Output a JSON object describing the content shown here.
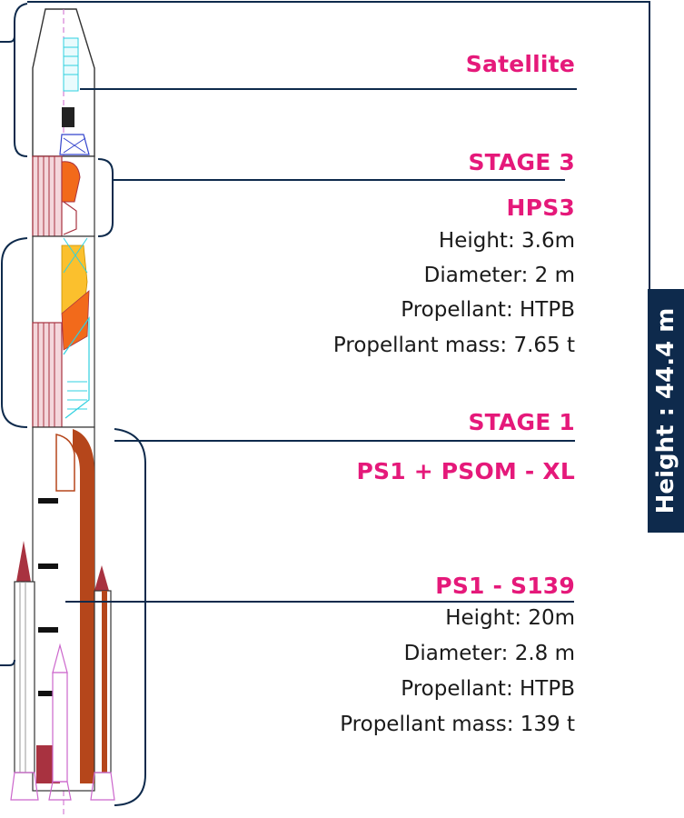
{
  "satellite_label": "Satellite",
  "stage3": {
    "title": "STAGE 3",
    "name": "HPS3",
    "height": "Height: 3.6m",
    "diameter": "Diameter: 2 m",
    "propellant": "Propellant: HTPB",
    "propellant_mass": "Propellant mass: 7.65 t"
  },
  "stage1": {
    "title": "STAGE 1",
    "subtitle": "PS1 + PSOM - XL"
  },
  "ps1": {
    "name": "PS1 - S139",
    "height": "Height: 20m",
    "diameter": "Diameter: 2.8 m",
    "propellant": "Propellant: HTPB",
    "propellant_mass": "Propellant mass: 139 t"
  },
  "total_height": "Height : 44.4 m",
  "colors": {
    "heading": "#e5197a",
    "line": "#0e2a4c",
    "badge": "#0e2a4c",
    "propellant_orange": "#f26a1b",
    "propellant_yellow": "#fbc02d",
    "motor_brown": "#b5461b",
    "casing_red": "#a83240",
    "cyan_detail": "#2fd0e0"
  }
}
